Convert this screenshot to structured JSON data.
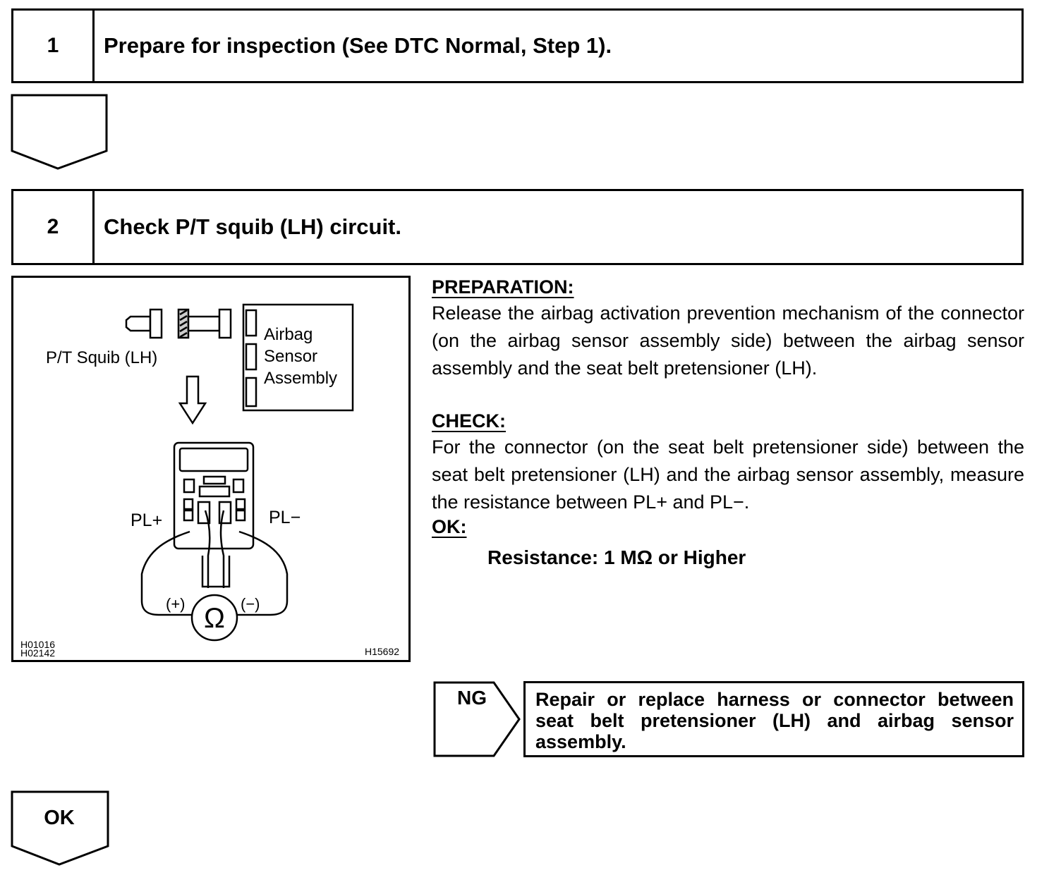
{
  "step1": {
    "number": "1",
    "title": "Prepare for inspection (See DTC Normal, Step 1)."
  },
  "step2": {
    "number": "2",
    "title": "Check P/T squib (LH) circuit."
  },
  "diagram": {
    "squib_label": "P/T Squib (LH)",
    "sensor_label_line1": "Airbag",
    "sensor_label_line2": "Sensor",
    "sensor_label_line3": "Assembly",
    "pl_plus": "PL+",
    "pl_minus": "PL−",
    "meter_plus": "(+)",
    "meter_minus": "(−)",
    "meter_symbol": "Ω",
    "ref_code_1": "H01016",
    "ref_code_2": "H02142",
    "ref_code_3": "H15692"
  },
  "preparation": {
    "label": "PREPARATION:",
    "text": "Release the airbag activation prevention mechanism of the connector (on the airbag sensor assembly side) between the airbag sensor assembly and the seat belt pretensioner (LH)."
  },
  "check": {
    "label": "CHECK:",
    "text": "For the connector (on the seat belt pretensioner side) between the seat belt pretensioner (LH) and the airbag sensor assembly, measure the resistance between PL+ and PL−."
  },
  "ok": {
    "label": "OK:",
    "spec": "Resistance: 1 MΩ or Higher"
  },
  "ng_result": {
    "label": "NG",
    "text": "Repair or replace harness or connector between seat belt pretensioner (LH) and airbag sensor assembly."
  },
  "ok_flow": {
    "label": "OK"
  }
}
